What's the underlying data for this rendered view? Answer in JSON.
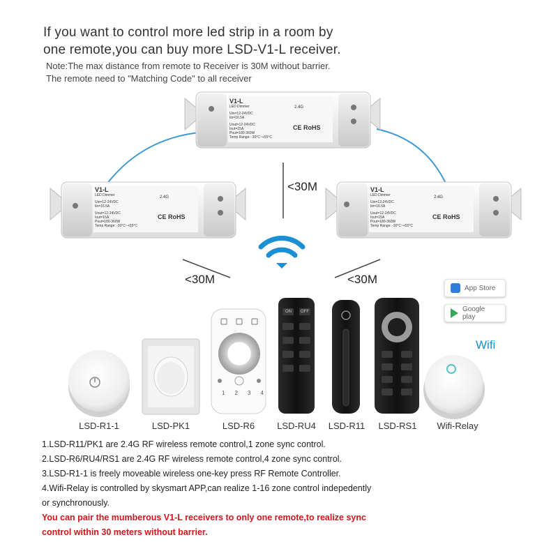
{
  "header": {
    "line1": "If you want to control more led strip in a room by",
    "line2": "one remote,you can buy more LSD-V1-L receiver.",
    "note1": "Note:The max distance from remote to Receiver is 30M without barrier.",
    "note2": "The remote need to \"Matching Code\" to all receiver"
  },
  "receiver": {
    "model": "V1-L",
    "subtitle": "LED Dimmer",
    "freq": "2.4G",
    "rohs": "RoHS",
    "ce": "CE",
    "spec1": "Uin=12-24VDC",
    "spec2": "Iin=16.5A",
    "spec3": "Uout=12-24VDC",
    "spec4": "Iout=15A",
    "spec5": "Pout=180-360W",
    "spec6": "Temp Range: -30°C~+55°C"
  },
  "distances": {
    "top": "<30M",
    "left": "<30M",
    "right": "<30M"
  },
  "app_badges": {
    "app_store": "App Store",
    "google_play": "Google play"
  },
  "wifi_label": "Wifi",
  "products": [
    {
      "label": "LSD-R1-1"
    },
    {
      "label": "LSD-PK1"
    },
    {
      "label": "LSD-R6"
    },
    {
      "label": "LSD-RU4"
    },
    {
      "label": "LSD-R11"
    },
    {
      "label": "LSD-RS1"
    },
    {
      "label": "Wifi-Relay"
    }
  ],
  "remote_buttons": {
    "on": "ON",
    "off": "OFF",
    "zones": [
      "1",
      "2",
      "3",
      "4"
    ]
  },
  "description": [
    "1.LSD-R11/PK1 are 2.4G RF wireless remote control,1 zone sync control.",
    "2.LSD-R6/RU4/RS1 are 2.4G RF wireless remote control,4 zone sync control.",
    "3.LSD-R1-1 is freely moveable wireless one-key press RF Remote Controller.",
    "4.Wifi-Relay is controlled by skysmart APP,can realize 1-16 zone control indepedently",
    "or synchronously."
  ],
  "warning": [
    "You can pair the mumberous V1-L receivers to only one remote,to realize sync",
    "control within 30 meters without barrier."
  ],
  "colors": {
    "accent_blue": "#1a8fd4",
    "warning_red": "#d0161c"
  }
}
